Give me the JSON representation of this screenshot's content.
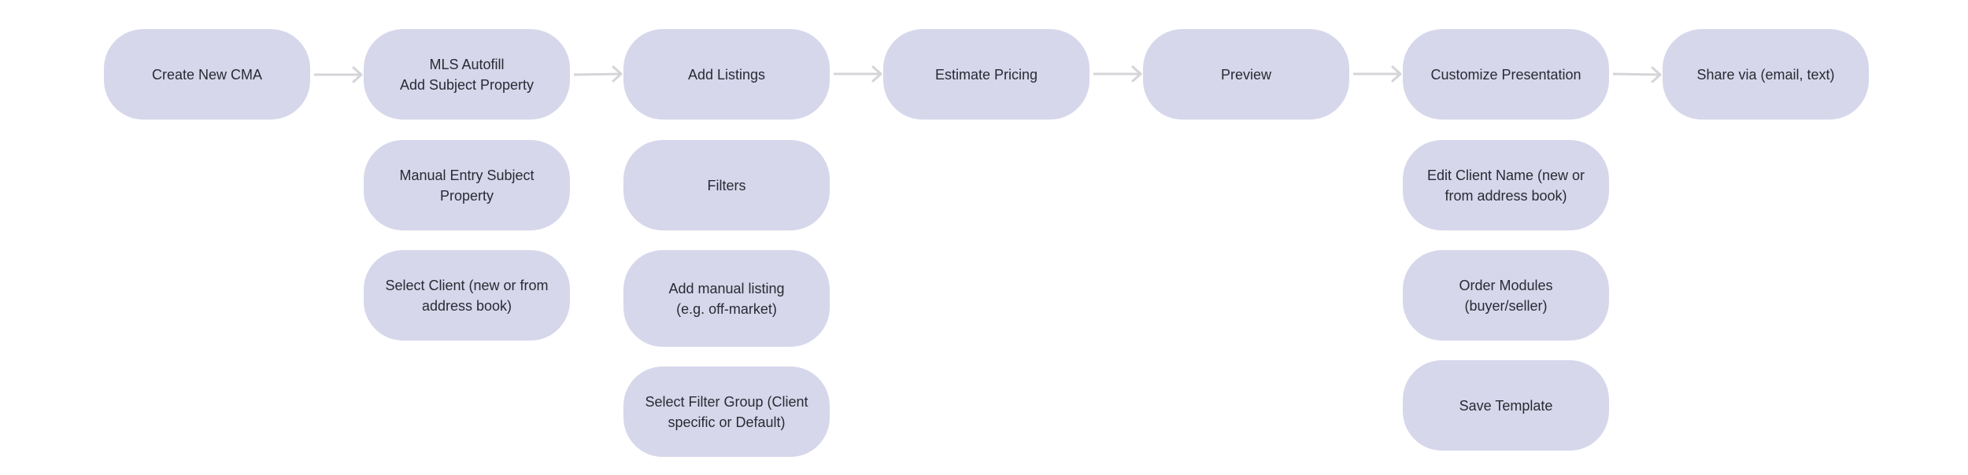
{
  "diagram": {
    "steps": [
      {
        "label": "Create New CMA"
      },
      {
        "label": "MLS Autofill\nAdd Subject Property"
      },
      {
        "label": "Add Listings"
      },
      {
        "label": "Estimate Pricing"
      },
      {
        "label": "Preview"
      },
      {
        "label": "Customize Presentation"
      },
      {
        "label": "Share via (email, text)"
      }
    ],
    "substeps": {
      "subject_property": [
        {
          "label": "Manual Entry Subject\nProperty"
        },
        {
          "label": "Select Client (new or from\naddress book)"
        }
      ],
      "listings": [
        {
          "label": "Filters"
        },
        {
          "label": "Add manual listing\n(e.g. off-market)"
        },
        {
          "label": "Select Filter Group (Client\nspecific or Default)"
        }
      ],
      "presentation": [
        {
          "label": "Edit Client Name  (new or\nfrom address book)"
        },
        {
          "label": "Order Modules\n(buyer/seller)"
        },
        {
          "label": "Save Template"
        }
      ]
    },
    "colors": {
      "node_fill": "#d6d7eb",
      "node_text": "#2a2a33",
      "arrow": "#d5d5d9"
    }
  }
}
